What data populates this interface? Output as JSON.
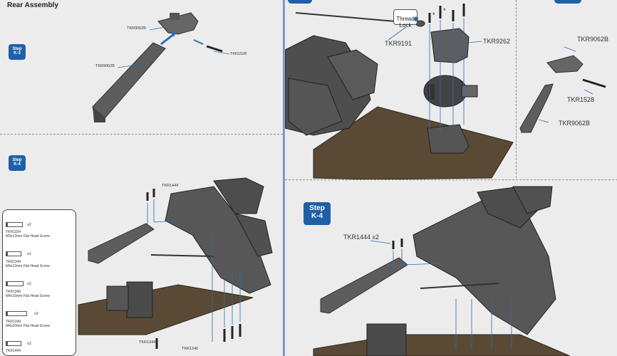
{
  "left_page": {
    "title": "Rear Assembly",
    "step_k3": {
      "label": "Step\nK-3"
    },
    "step_k4": {
      "label": "Step\nK-4"
    },
    "k3_labels": {
      "mount": "TKR9062B",
      "arm": "TKR9062B",
      "screw": "TKR1528"
    },
    "k4_labels": {
      "top_screw": "TKR1444",
      "bottom_screw_a": "TKR1344",
      "bottom_screw_b": "TKR1346"
    },
    "parts": [
      {
        "code": "TKR1324",
        "desc": "M3x12mm Flat Head Screw",
        "qty": "x2"
      },
      {
        "code": "TKR1344",
        "desc": "M4x12mm Flat Head Screw",
        "qty": "x1"
      },
      {
        "code": "TKR1346",
        "desc": "M4x15mm Flat Head Screw",
        "qty": "x2"
      },
      {
        "code": "TKR1349",
        "desc": "M4x20mm Flat Head Screw",
        "qty": "x2"
      },
      {
        "code": "TKR1444",
        "desc": "",
        "qty": "x2"
      }
    ]
  },
  "right_page": {
    "thread_lock": "Thread\nLock",
    "thread_lock_icon": "asterisk-icon",
    "star": "*",
    "top_labels": {
      "driveshaft": "TKR9191",
      "bulkhead": "TKR9262"
    },
    "side_labels": {
      "mount": "TKR9062B",
      "screw": "TKR1528",
      "arm": "TKR9062B"
    },
    "step_k4": {
      "label": "Step\nK-4"
    },
    "k4_label": "TKR1444 x2"
  },
  "colors": {
    "step_blue": "#1f5fa8",
    "divider": "#7d97bd",
    "chassis_brown": "#5a4a35",
    "part_gray": "#6a6a6a",
    "arrow_blue": "#2a6db5"
  }
}
